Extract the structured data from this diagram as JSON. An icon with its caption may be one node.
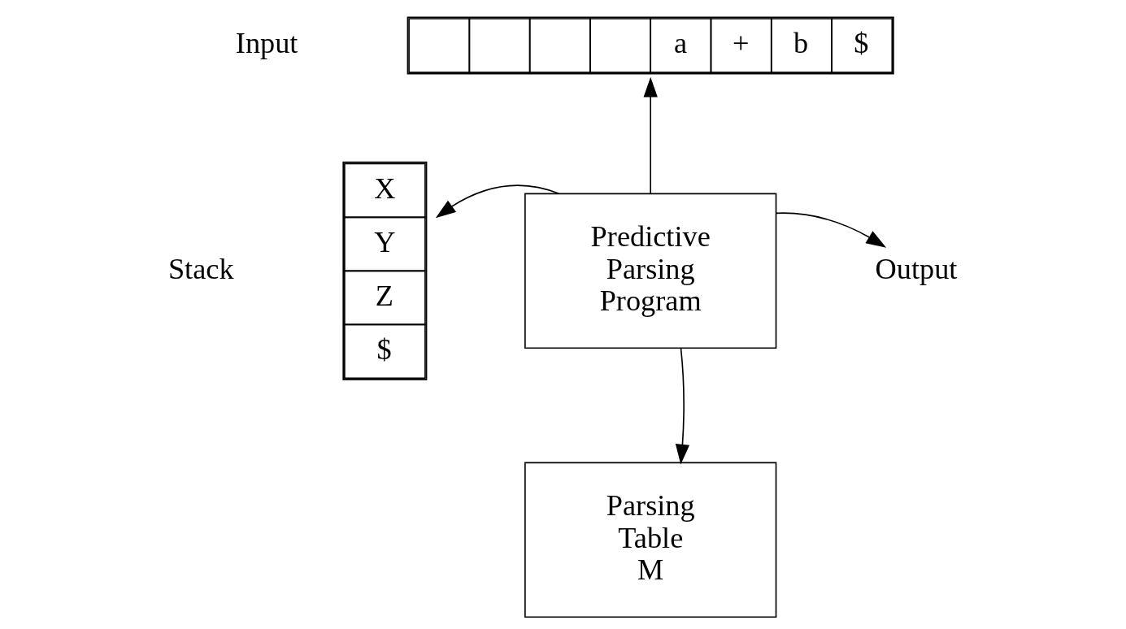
{
  "diagram": {
    "nodes": [
      {
        "text": [
          "a",
          "+",
          "b",
          "$"
        ],
        "beside": [
          "Input"
        ]
      },
      {
        "text": [
          "X",
          "Y",
          "Z",
          "$"
        ],
        "beside": [
          "Stack"
        ]
      },
      {
        "text": [
          "Predictive Parsing Program"
        ]
      },
      {
        "text": [
          "Output"
        ]
      },
      {
        "text": [
          "Parsing Table",
          "M"
        ]
      }
    ],
    "edges": [
      {
        "from": 2,
        "to": 0,
        "arrow": "to"
      },
      {
        "from": 2,
        "to": 1,
        "arrow": "to"
      },
      {
        "from": 2,
        "to": 3,
        "arrow": "to"
      },
      {
        "from": 2,
        "to": 4,
        "arrow": "to"
      }
    ]
  }
}
